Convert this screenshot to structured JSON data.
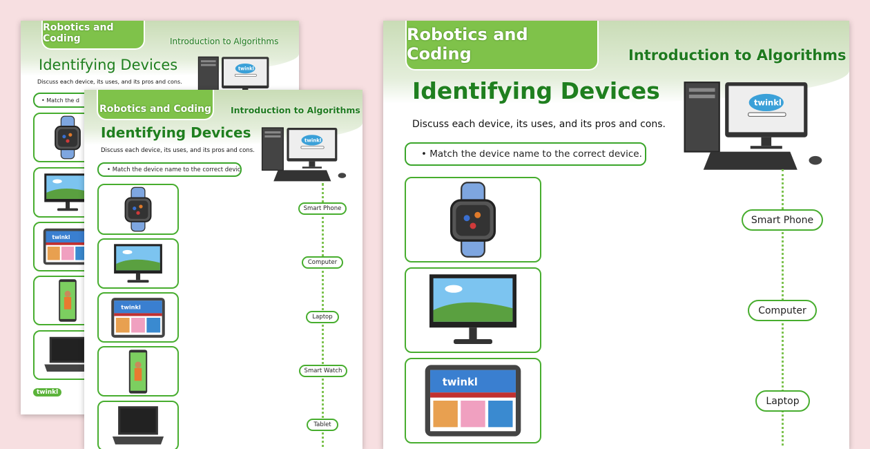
{
  "worksheet": {
    "category": "Robotics and Coding",
    "unit": "Introduction to Algorithms",
    "title": "Identifying Devices",
    "discussion": "Discuss each device, its uses, and its pros and cons.",
    "instruction": "• Match the device name to the correct device.",
    "instruction_truncated": "• Match the d",
    "device_images": [
      "smartwatch",
      "computer-monitor",
      "tablet",
      "smartphone",
      "laptop"
    ],
    "device_labels": [
      "Smart Phone",
      "Computer",
      "Laptop",
      "Smart Watch",
      "Tablet"
    ],
    "logo_text": "twinkl"
  },
  "colors": {
    "background": "#f7dfe1",
    "tab_green": "#7fc24a",
    "title_green": "#1f7f1f",
    "border_green": "#47ad2e"
  }
}
